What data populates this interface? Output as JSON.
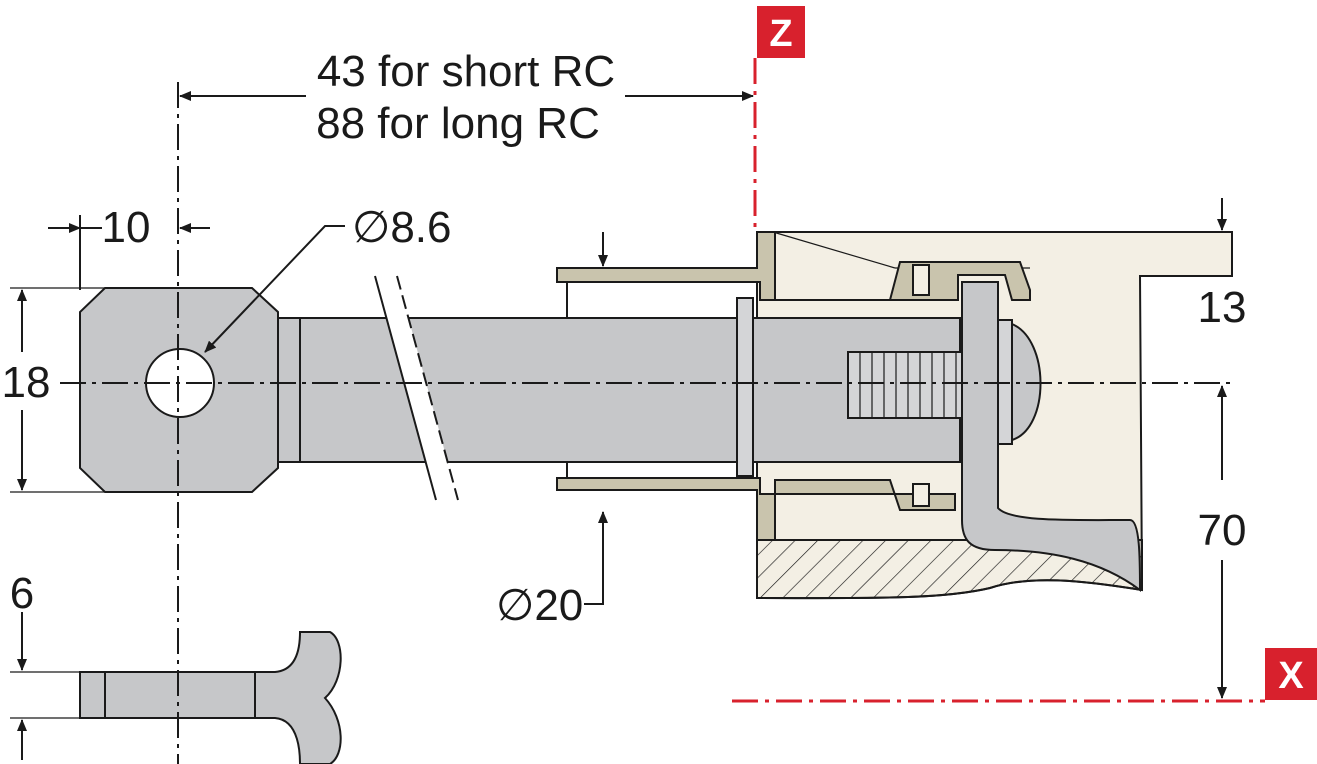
{
  "dimensions": {
    "distance_line1": "43 for short RC",
    "distance_line2": "88 for long RC",
    "offset_10": "10",
    "hole_diameter": "∅8.6",
    "height_18": "18",
    "thickness_6": "6",
    "sleeve_diameter": "∅20",
    "dim_13": "13",
    "dim_70": "70"
  },
  "axes": {
    "z_label": "Z",
    "x_label": "X"
  },
  "colors": {
    "axis_red": "#d8212d",
    "part_grey": "#c6c7c9",
    "sleeve_beige": "#c9c4ad",
    "panel_cream": "#f3efe4"
  }
}
